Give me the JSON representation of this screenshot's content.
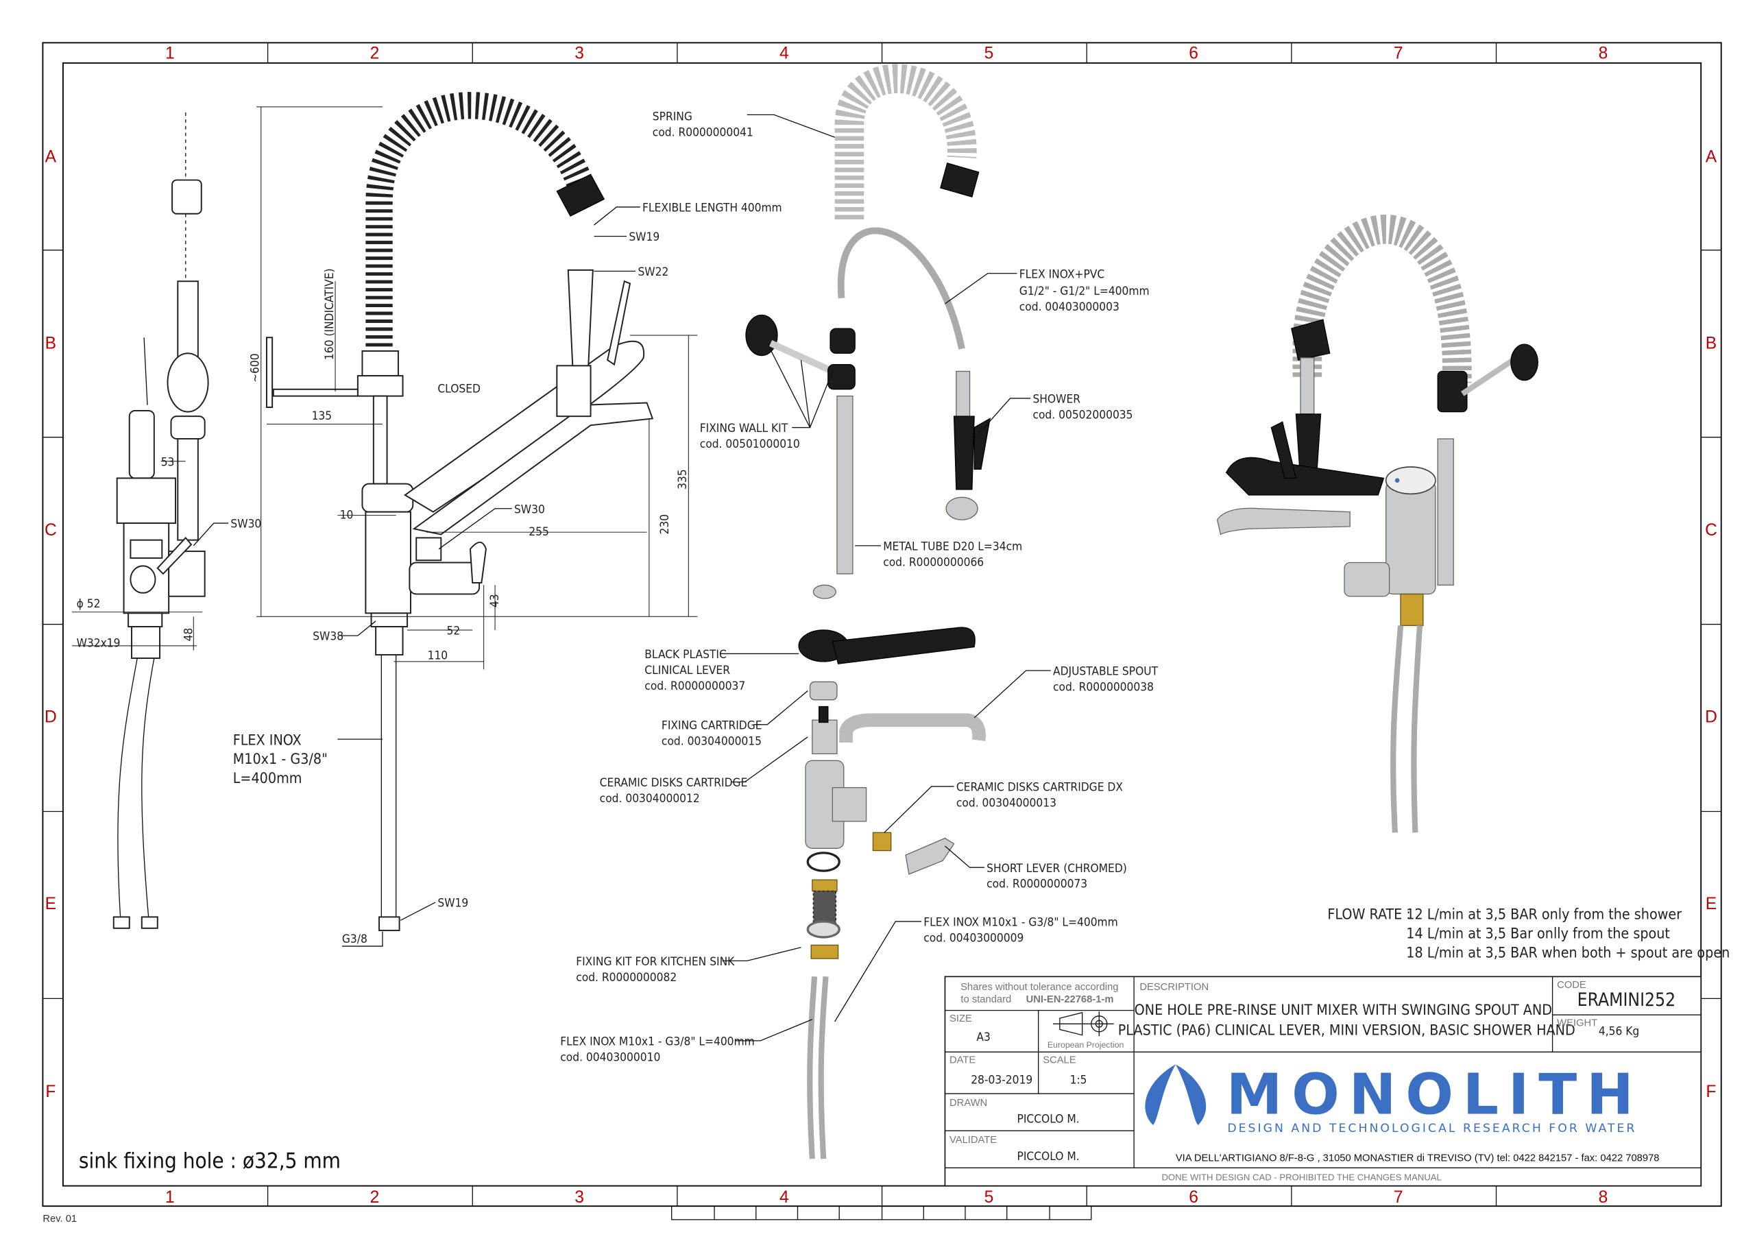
{
  "frame": {
    "columns": [
      "1",
      "2",
      "3",
      "4",
      "5",
      "6",
      "7",
      "8"
    ],
    "rows": [
      "A",
      "B",
      "C",
      "D",
      "E",
      "F"
    ],
    "revision": "Rev. 01"
  },
  "side_view": {
    "sw30": "SW30",
    "phi52": "ϕ 52",
    "w32x19": "W32x19",
    "dim48": "48",
    "dim53": "53",
    "flex_inox": [
      "FLEX INOX",
      "M10x1 - G3/8\"",
      "L=400mm"
    ],
    "sink_hole": "sink fixing hole : ø32,5 mm"
  },
  "front_view": {
    "approx600": "~600",
    "indicative160": "160 (INDICATIVE)",
    "dim135": "135",
    "closed": "CLOSED",
    "dim10": "10",
    "sw30": "SW30",
    "dim255": "255",
    "dim335": "335",
    "dim230": "230",
    "dim43": "43",
    "sw38": "SW38",
    "dim52": "52",
    "dim110": "110",
    "sw19_bottom": "SW19",
    "g38": "G3/8",
    "flexible_length": "FLEXIBLE LENGTH 400mm",
    "sw19_top": "SW19",
    "sw22": "SW22"
  },
  "parts": [
    {
      "name": "SPRING",
      "code": "cod. R0000000041"
    },
    {
      "name": "FLEX INOX+PVC",
      "name2": "G1/2\" - G1/2\" L=400mm",
      "code": "cod. 00403000003"
    },
    {
      "name": "FIXING WALL KIT",
      "code": "cod. 00501000010"
    },
    {
      "name": "SHOWER",
      "code": "cod. 00502000035"
    },
    {
      "name": "METAL TUBE D20 L=34cm",
      "code": "cod. R0000000066"
    },
    {
      "name": "BLACK PLASTIC",
      "name2": "CLINICAL LEVER",
      "code": "cod. R0000000037"
    },
    {
      "name": "ADJUSTABLE SPOUT",
      "code": "cod. R0000000038"
    },
    {
      "name": "FIXING CARTRIDGE",
      "code": "cod. 00304000015"
    },
    {
      "name": "CERAMIC DISKS CARTRIDGE",
      "code": "cod. 00304000012"
    },
    {
      "name": "CERAMIC DISKS CARTRIDGE DX",
      "code": "cod. 00304000013"
    },
    {
      "name": "SHORT LEVER (CHROMED)",
      "code": "cod. R0000000073"
    },
    {
      "name": "FLEX INOX M10x1 - G3/8\" L=400mm",
      "code": "cod. 00403000009"
    },
    {
      "name": "FIXING KIT FOR KITCHEN SINK",
      "code": "cod. R0000000082"
    },
    {
      "name": "FLEX INOX M10x1 - G3/8\" L=400mm",
      "code": "cod. 00403000010"
    }
  ],
  "flow_rate": {
    "label": "FLOW RATE :",
    "lines": [
      "12 L/min at 3,5 BAR only from the shower",
      "14 L/min at 3,5 Bar onlly from the spout",
      "18 L/min at 3,5 BAR when both + spout are open"
    ]
  },
  "title_block": {
    "tolerance_1": "Shares without tolerance according",
    "tolerance_2": "to standard",
    "tolerance_std": "UNI-EN-22768-1-m",
    "size_label": "SIZE",
    "size": "A3",
    "projection": "European Projection",
    "date_label": "DATE",
    "date": "28-03-2019",
    "scale_label": "SCALE",
    "scale": "1:5",
    "drawn_label": "DRAWN",
    "drawn": "PICCOLO M.",
    "validate_label": "VALIDATE",
    "validate": "PICCOLO M.",
    "description_label": "DESCRIPTION",
    "description_1": "ONE HOLE PRE-RINSE UNIT MIXER WITH SWINGING SPOUT AND",
    "description_2": "PLASTIC (PA6) CLINICAL LEVER, MINI VERSION, BASIC SHOWER HAND",
    "code_label": "CODE",
    "code": "ERAMINI252",
    "weight_label": "WEIGHT",
    "weight": "4,56 Kg",
    "brand": "MONOLITH",
    "tagline": "DESIGN AND TECHNOLOGICAL RESEARCH FOR WATER",
    "address": "VIA DELL'ARTIGIANO 8/F-8-G , 31050 MONASTIER di TREVISO (TV) tel: 0422 842157 - fax: 0422 708978",
    "footer": "DONE WITH DESIGN CAD - PROHIBITED THE CHANGES MANUAL",
    "brand_color": "#3a6fc4"
  }
}
